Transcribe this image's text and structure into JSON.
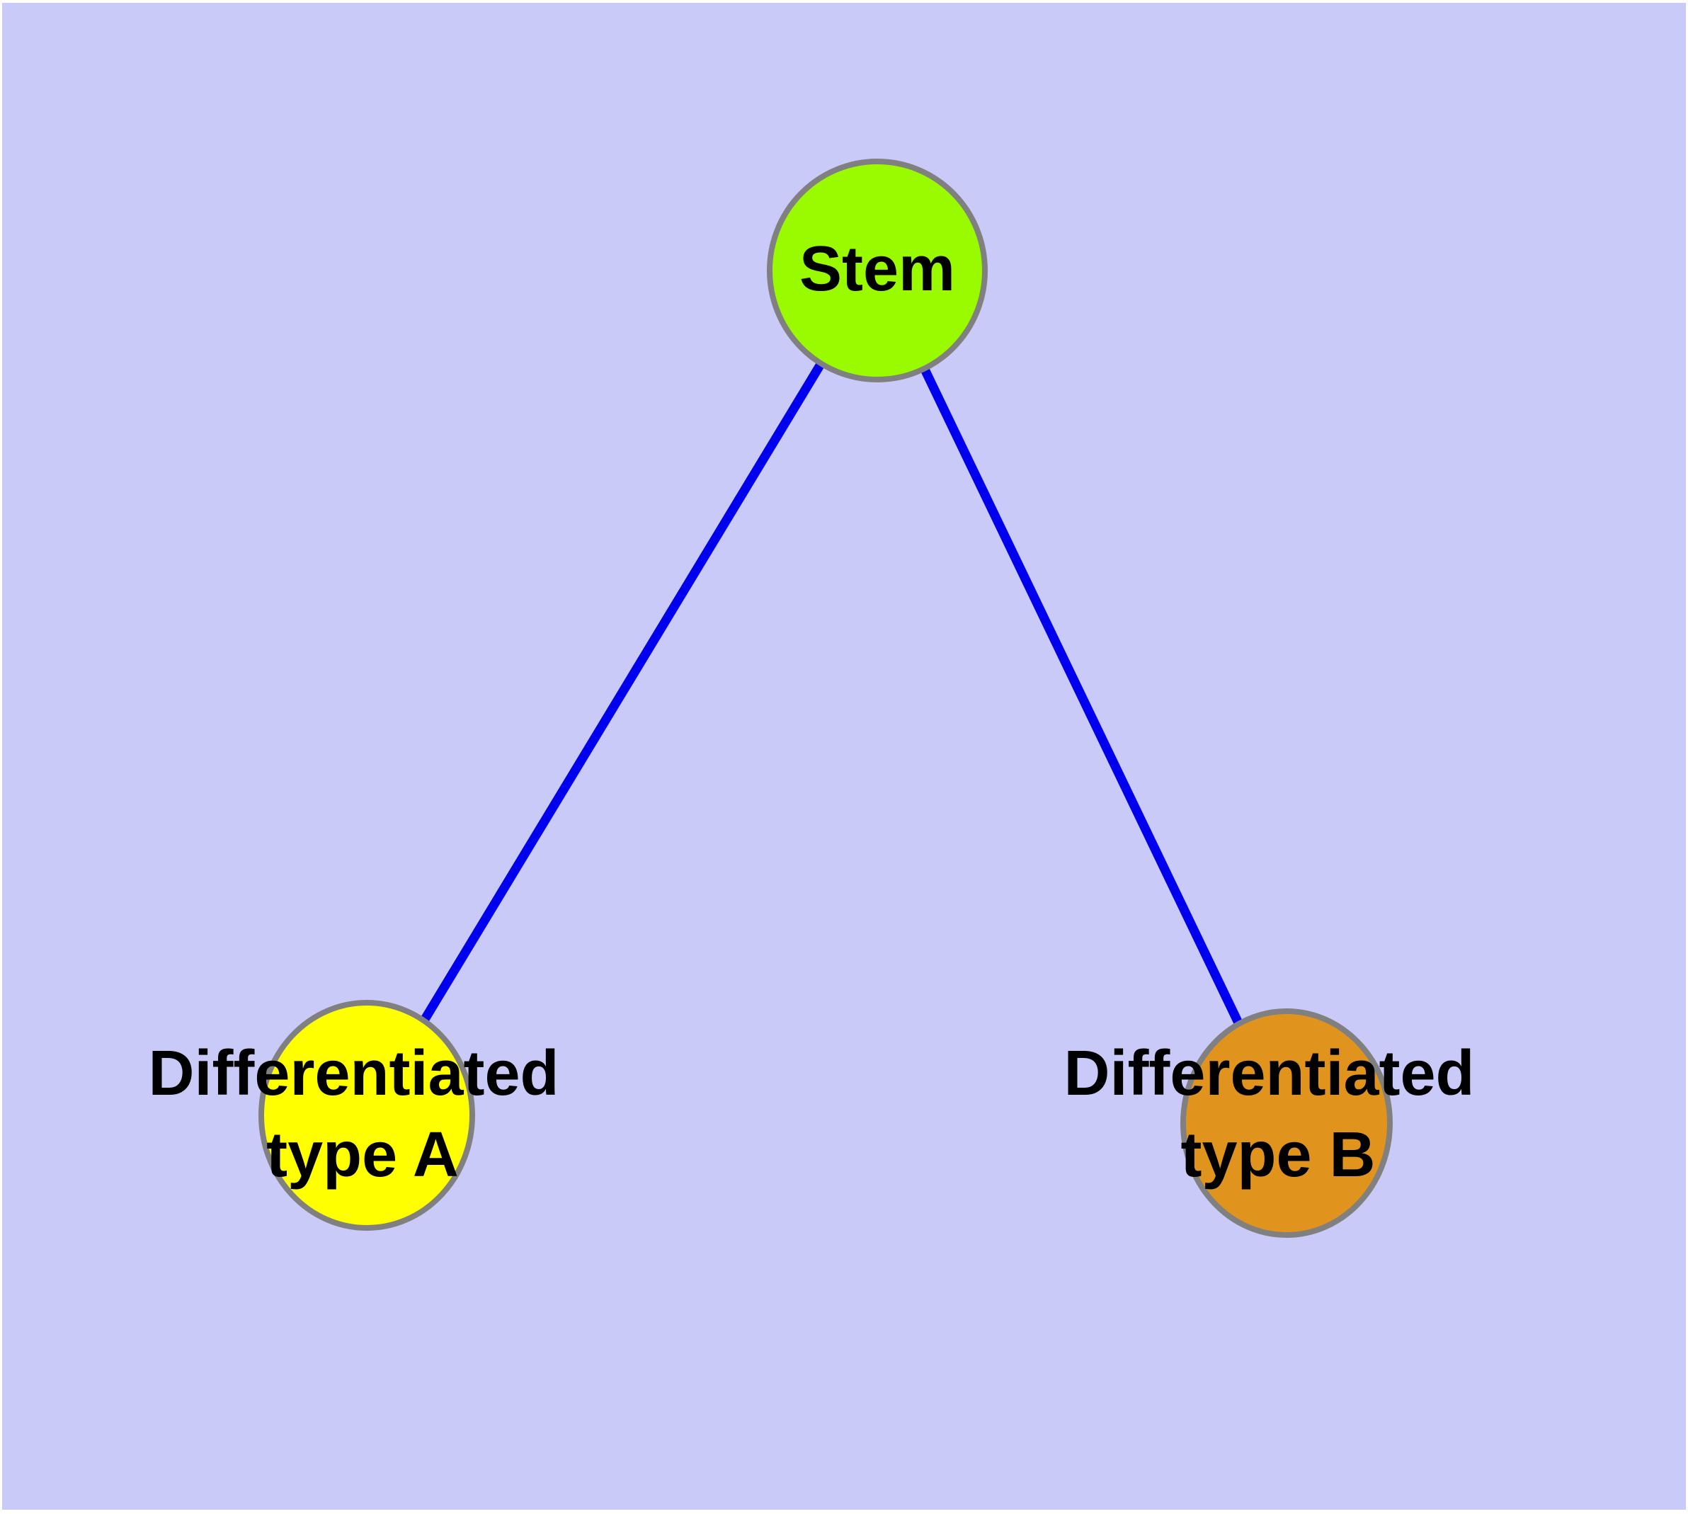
{
  "diagram": {
    "description": "Cell differentiation graph: a stem node connected to two differentiated cell type nodes",
    "canvas_background_color": "#CACAF9",
    "page_margin_color": "#FFFFFF",
    "edge_color": "#0000EE",
    "node_border_color": "#808080",
    "label_color": "#000000",
    "nodes": [
      {
        "id": "stem",
        "label": "Stem",
        "lines": [
          "Stem"
        ],
        "fill": "#9AFA00"
      },
      {
        "id": "differentiated-type-a",
        "label": "Differentiated type A",
        "lines": [
          "Differentiated",
          "type A"
        ],
        "fill": "#FFFF00"
      },
      {
        "id": "differentiated-type-b",
        "label": "Differentiated type B",
        "lines": [
          "Differentiated",
          "type B"
        ],
        "fill": "#E0941E"
      }
    ],
    "edges": [
      {
        "from": "Stem",
        "to": "Differentiated type A"
      },
      {
        "from": "Stem",
        "to": "Differentiated type B"
      }
    ]
  }
}
